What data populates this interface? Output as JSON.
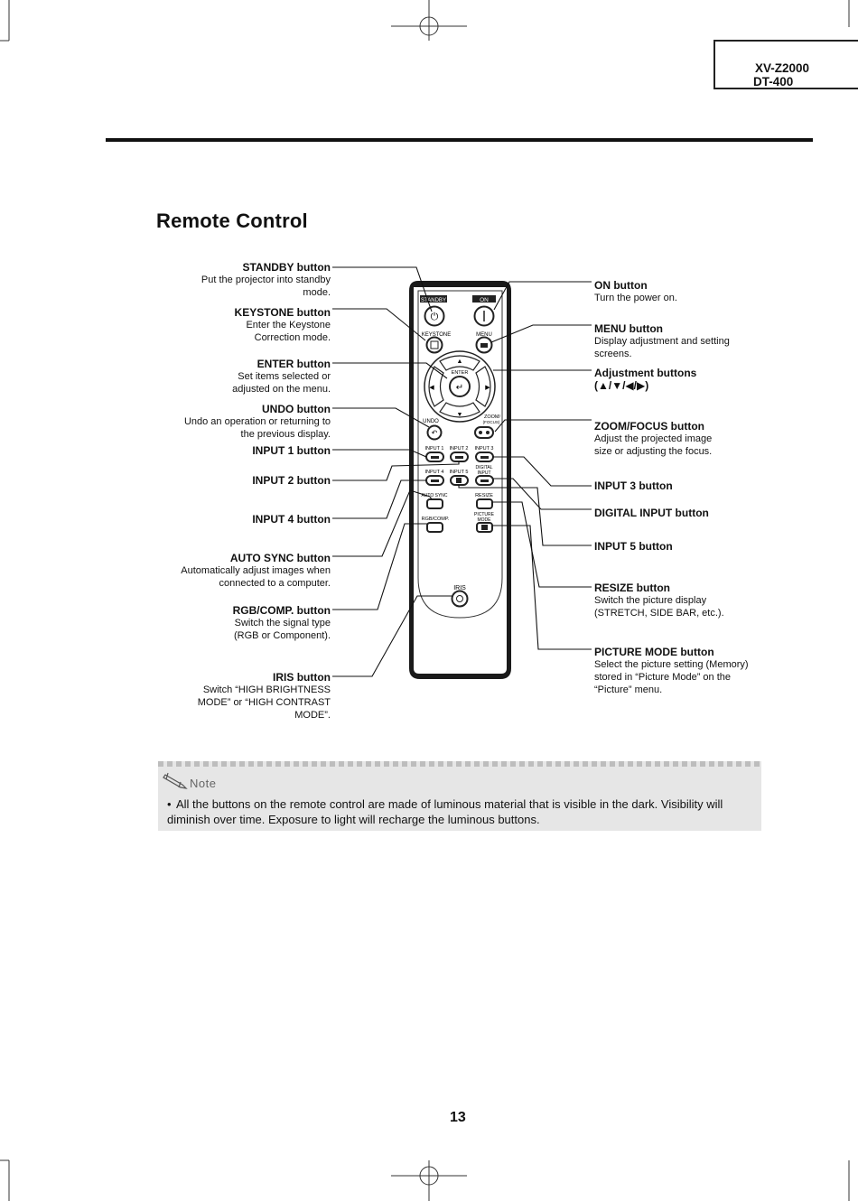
{
  "header": {
    "model_line1": "XV-Z2000",
    "model_line2": "DT-400"
  },
  "title": "Remote Control",
  "left_callouts": [
    {
      "heading": "STANDBY button",
      "lines": [
        "Put the projector into standby",
        "mode."
      ]
    },
    {
      "heading": "KEYSTONE button",
      "lines": [
        "Enter the Keystone",
        "Correction mode."
      ]
    },
    {
      "heading": "ENTER button",
      "lines": [
        "Set items selected or",
        "adjusted on the menu."
      ]
    },
    {
      "heading": "UNDO button",
      "lines": [
        "Undo an operation or returning to",
        "the previous display."
      ]
    },
    {
      "heading": "INPUT 1 button",
      "lines": []
    },
    {
      "heading": "INPUT 2 button",
      "lines": []
    },
    {
      "heading": "INPUT 4 button",
      "lines": []
    },
    {
      "heading": "AUTO SYNC button",
      "lines": [
        "Automatically adjust images when",
        "connected to a computer."
      ]
    },
    {
      "heading": "RGB/COMP. button",
      "lines": [
        "Switch the signal type",
        "(RGB or Component)."
      ]
    },
    {
      "heading": "IRIS button",
      "lines": [
        "Switch “HIGH BRIGHTNESS",
        "MODE” or “HIGH CONTRAST",
        "MODE”."
      ]
    }
  ],
  "right_callouts": [
    {
      "heading": "ON button",
      "lines": [
        "Turn the power on."
      ]
    },
    {
      "heading": "MENU button",
      "lines": [
        "Display adjustment and setting",
        "screens."
      ]
    },
    {
      "heading": "Adjustment buttons",
      "lines": [
        "(▲/▼/◀/▶)"
      ]
    },
    {
      "heading": "ZOOM/FOCUS button",
      "lines": [
        "Adjust the projected image",
        "size or adjusting the focus."
      ]
    },
    {
      "heading": "INPUT 3 button",
      "lines": []
    },
    {
      "heading": "DIGITAL INPUT button",
      "lines": []
    },
    {
      "heading": "INPUT 5 button",
      "lines": []
    },
    {
      "heading": "RESIZE button",
      "lines": [
        "Switch the picture display",
        "(STRETCH, SIDE BAR, etc.)."
      ]
    },
    {
      "heading": "PICTURE MODE button",
      "lines": [
        "Select the picture setting (Memory)",
        "stored in “Picture Mode” on the",
        "“Picture” menu."
      ]
    }
  ],
  "remote_labels": {
    "standby": "STANDBY",
    "on": "ON",
    "keystone": "KEYSTONE",
    "menu": "MENU",
    "enter": "ENTER",
    "undo": "UNDO",
    "zoom": "ZOOM/",
    "focus": "(FOCUS)",
    "input1": "INPUT 1",
    "input2": "INPUT 2",
    "input3": "INPUT 3",
    "input4": "INPUT 4",
    "input5": "INPUT 5",
    "digital": "DIGITAL",
    "digital_input": "INPUT",
    "auto_sync": "AUTO SYNC",
    "resize": "RESIZE",
    "rgb_comp": "RGB/COMP.",
    "picture": "PICTURE",
    "picture_mode": "MODE",
    "iris": "IRIS"
  },
  "note": {
    "label": "Note",
    "text": "All the buttons on the remote control are made of luminous material that is visible in the dark. Visibility will diminish over time. Exposure to light will recharge the luminous buttons."
  },
  "page_number": "13"
}
